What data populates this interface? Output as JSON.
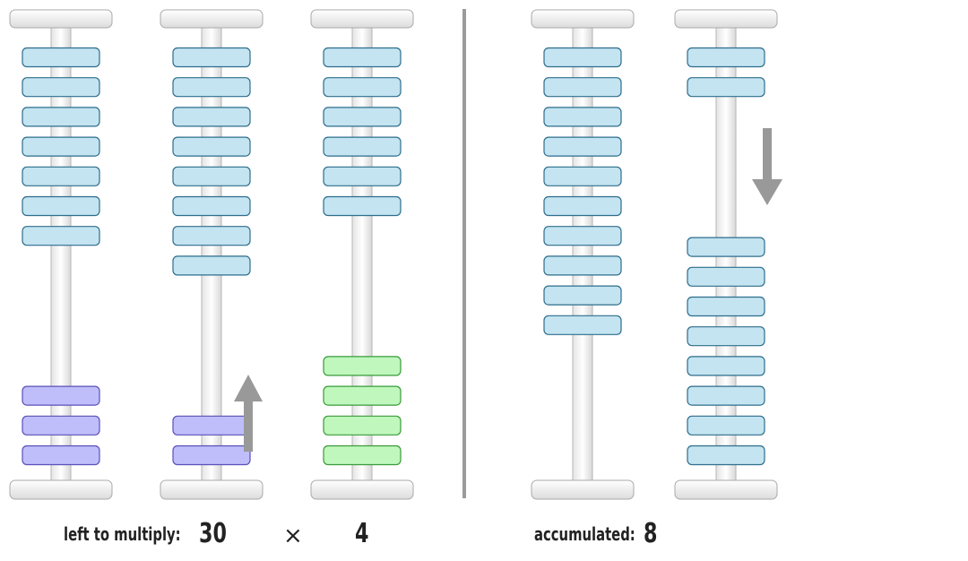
{
  "abacus": {
    "left": {
      "rods": [
        {
          "top_beads": {
            "count": 7,
            "color": "blue"
          },
          "bottom_beads": {
            "count": 3,
            "color": "purple"
          }
        },
        {
          "top_beads": {
            "count": 8,
            "color": "blue"
          },
          "bottom_beads": {
            "count": 2,
            "color": "purple"
          },
          "arrow": "up"
        },
        {
          "top_beads": {
            "count": 6,
            "color": "blue"
          },
          "bottom_beads": {
            "count": 4,
            "color": "green"
          }
        }
      ]
    },
    "right": {
      "rods": [
        {
          "top_beads": {
            "count": 10,
            "color": "blue"
          },
          "bottom_beads": {
            "count": 0,
            "color": "blue"
          }
        },
        {
          "top_beads": {
            "count": 2,
            "color": "blue"
          },
          "bottom_beads": {
            "count": 8,
            "color": "blue"
          },
          "arrow": "down"
        }
      ]
    }
  },
  "colors": {
    "blue_bead": "#c3e4f0",
    "blue_stroke": "#2e6d8c",
    "purple_bead": "#c0bdfb",
    "purple_stroke": "#5a50b8",
    "green_bead": "#bff7bd",
    "green_stroke": "#3a9a3a",
    "arrow": "#999999",
    "divider": "#9a9a9a"
  },
  "labels": {
    "left_caption": "left to multiply:",
    "left_value": "30",
    "times_sign": "×",
    "multiplier": "4",
    "right_caption": "accumulated:",
    "right_value": "8"
  }
}
